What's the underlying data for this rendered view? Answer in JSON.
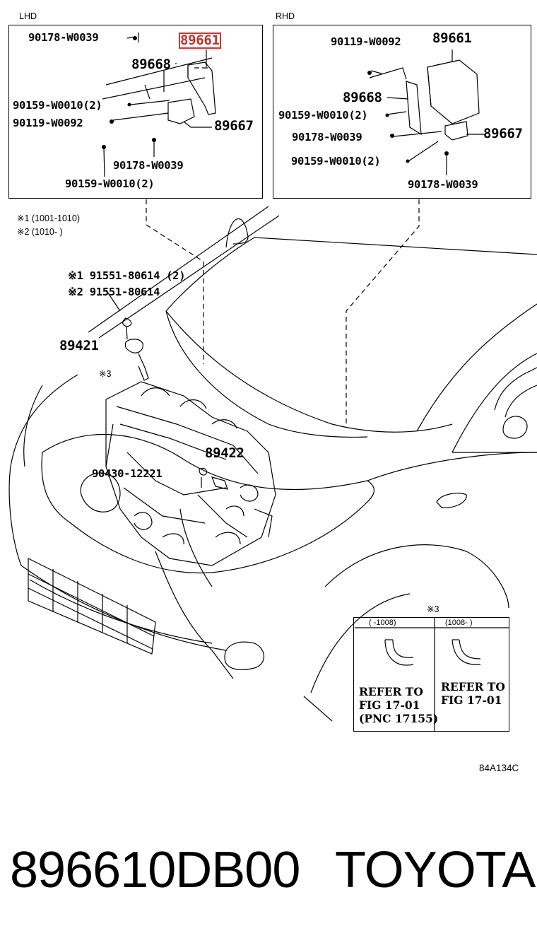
{
  "lhd": {
    "title": "LHD",
    "parts": [
      "90178-W0039",
      "89661",
      "89668",
      "90159-W0010(2)",
      "90119-W0092",
      "89667",
      "90178-W0039",
      "90159-W0010(2)"
    ]
  },
  "rhd": {
    "title": "RHD",
    "parts": [
      "90119-W0092",
      "89661",
      "89668",
      "90159-W0010(2)",
      "90178-W0039",
      "89667",
      "90159-W0010(2)",
      "90178-W0039"
    ]
  },
  "notes": {
    "note1": "※1 (1001-1010)",
    "note2": "※2 (1010-      )"
  },
  "main": {
    "part_a1": "※1 91551-80614 (2)",
    "part_a2": "※2 91551-80614",
    "sensor1": "89421",
    "ref3": "※3",
    "sensor2": "89422",
    "washer": "90430-12221"
  },
  "inset": {
    "title": "※3",
    "col1_range": "(  -1008)",
    "col2_range": "(1008-    )",
    "col1_ref": [
      "REFER TO",
      "FIG 17-01",
      "(PNC 17155)"
    ],
    "col2_ref": [
      "REFER TO",
      "FIG 17-01"
    ]
  },
  "figure_code": "84A134C",
  "footer": {
    "part_number": "896610DB00",
    "brand": "TOYOTA"
  },
  "colors": {
    "highlight": "#e0302e",
    "line": "#000000"
  }
}
